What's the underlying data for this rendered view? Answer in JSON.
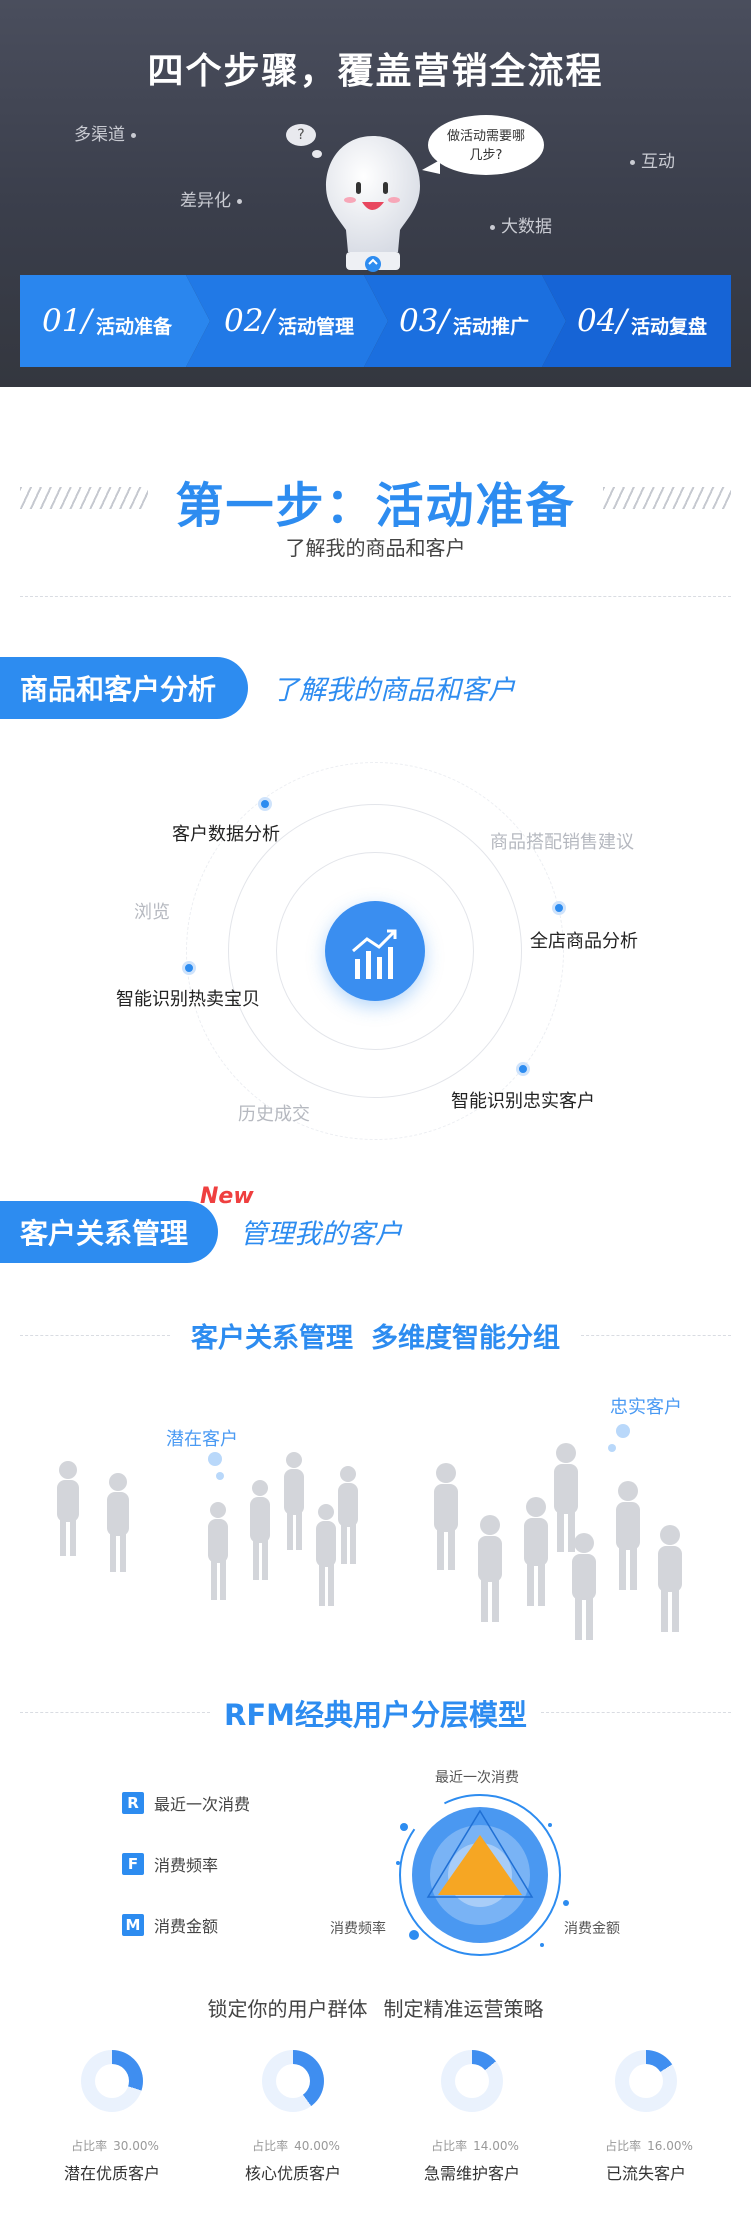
{
  "hero": {
    "title": "四个步骤，覆盖营销全流程",
    "tags": [
      "多渠道",
      "差异化",
      "大数据",
      "互动"
    ],
    "bubble_line1": "做活动需要哪",
    "bubble_line2": "几步?",
    "question_mark": "?",
    "steps": [
      {
        "num": "01/",
        "label": "活动准备"
      },
      {
        "num": "02/",
        "label": "活动管理"
      },
      {
        "num": "03/",
        "label": "活动推广"
      },
      {
        "num": "04/",
        "label": "活动复盘"
      }
    ]
  },
  "step1": {
    "title": "第一步：活动准备",
    "subtitle": "了解我的商品和客户"
  },
  "analysis": {
    "banner": "商品和客户分析",
    "script": "了解我的商品和客户",
    "labels": {
      "customer_data": "客户数据分析",
      "product_match": "商品搭配销售建议",
      "browse": "浏览",
      "store_product": "全店商品分析",
      "hot_item": "智能识别热卖宝贝",
      "history": "历史成交",
      "loyal": "智能识别忠实客户"
    }
  },
  "crm": {
    "badge": "New",
    "banner": "客户关系管理",
    "script": "管理我的客户",
    "sub_left": "客户关系管理",
    "sub_right": "多维度智能分组",
    "potential": "潜在客户",
    "loyal": "忠实客户"
  },
  "rfm": {
    "title": "RFM经典用户分层模型",
    "rows": [
      {
        "key": "R",
        "label": "最近一次消费"
      },
      {
        "key": "F",
        "label": "消费频率"
      },
      {
        "key": "M",
        "label": "消费金额"
      }
    ],
    "radar_top": "最近一次消费",
    "radar_left": "消费频率",
    "radar_right": "消费金额",
    "lock_left": "锁定你的用户群体",
    "lock_right": "制定精准运营策略",
    "segments": [
      {
        "rate_label": "占比率",
        "rate": "30.00%",
        "percent": 30,
        "name": "潜在优质客户"
      },
      {
        "rate_label": "占比率",
        "rate": "40.00%",
        "percent": 40,
        "name": "核心优质客户"
      },
      {
        "rate_label": "占比率",
        "rate": "14.00%",
        "percent": 14,
        "name": "急需维护客户"
      },
      {
        "rate_label": "占比率",
        "rate": "16.00%",
        "percent": 16,
        "name": "已流失客户"
      }
    ]
  },
  "colors": {
    "accent": "#2d8cf0",
    "pie_fill": "#3f8ef0",
    "pie_bg": "#eaf2fd"
  }
}
